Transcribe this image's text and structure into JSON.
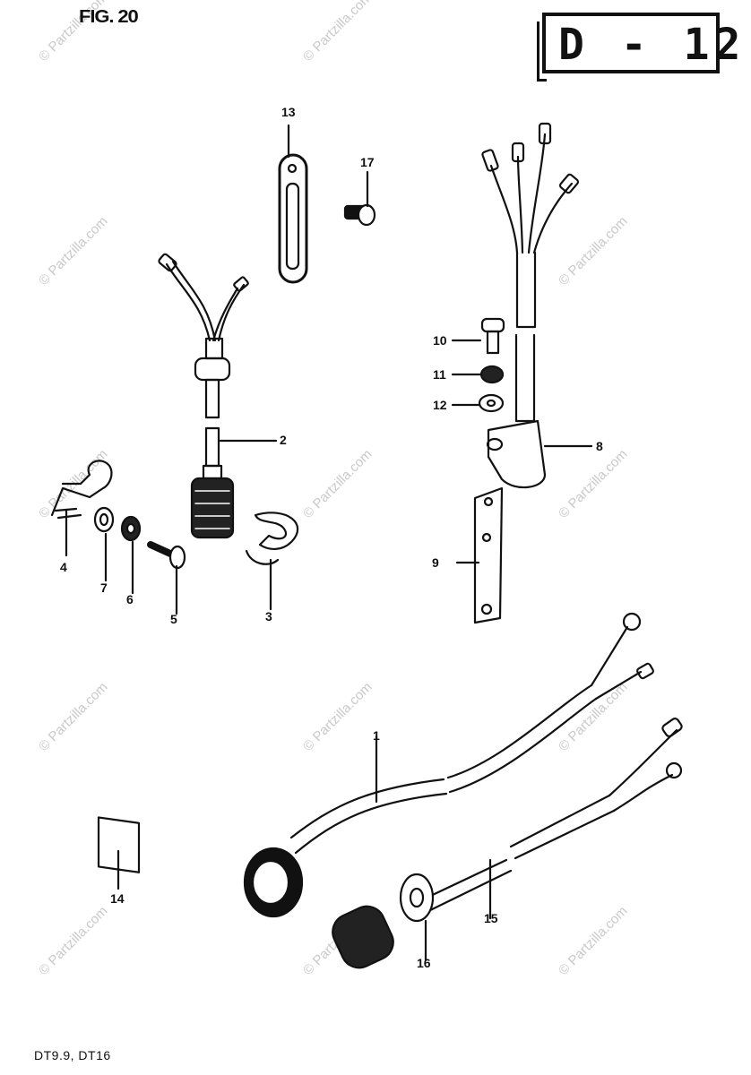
{
  "figure": {
    "fig_label": "FIG. 20",
    "code": "D - 12"
  },
  "models": "DT9.9,  DT16",
  "watermark": "© Partzilla.com",
  "callouts": {
    "n1": "1",
    "n2": "2",
    "n3": "3",
    "n4": "4",
    "n5": "5",
    "n6": "6",
    "n7": "7",
    "n8": "8",
    "n9": "9",
    "n10": "10",
    "n11": "11",
    "n12": "12",
    "n13": "13",
    "n14": "14",
    "n15": "15",
    "n16": "16",
    "n17": "17"
  },
  "colors": {
    "ink": "#111111",
    "watermark": "#c9c9c9",
    "paper": "#ffffff"
  }
}
